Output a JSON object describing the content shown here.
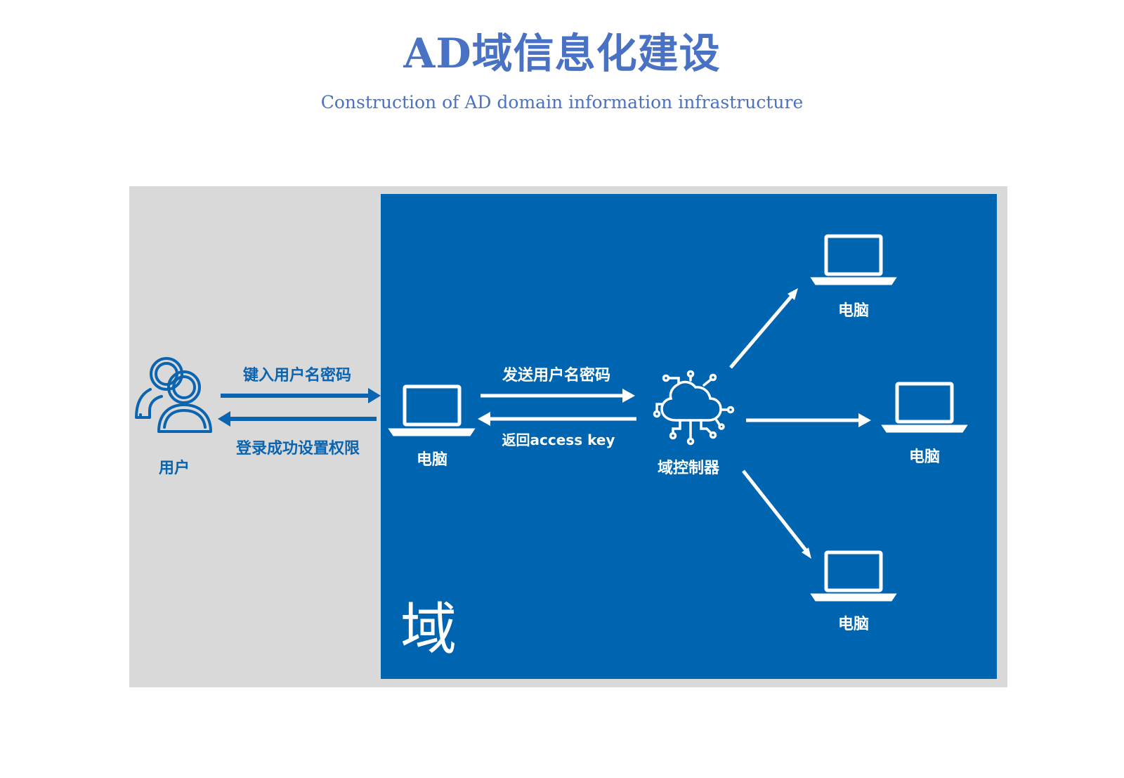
{
  "header": {
    "title": "AD域信息化建设",
    "subtitle": "Construction of AD domain information infrastructure"
  },
  "diagram": {
    "domain_label": "域",
    "nodes": {
      "user": {
        "label": "用户",
        "icon": "user-group-icon"
      },
      "client_pc": {
        "label": "电脑",
        "icon": "laptop-icon"
      },
      "domain_controller": {
        "label": "域控制器",
        "icon": "cloud-network-icon"
      },
      "pc_top": {
        "label": "电脑",
        "icon": "laptop-icon"
      },
      "pc_right": {
        "label": "电脑",
        "icon": "laptop-icon"
      },
      "pc_bottom": {
        "label": "电脑",
        "icon": "laptop-icon"
      }
    },
    "edges": {
      "enter_credentials": "键入用户名密码",
      "login_success": "登录成功设置权限",
      "send_credentials": "发送用户名密码",
      "return_key": "返回access key"
    }
  },
  "colors": {
    "accent": "#4a72c4",
    "domain_blue": "#0065b0",
    "outer_gray": "#d9d9d9",
    "icon_blue": "#0a64b0",
    "white": "#ffffff"
  }
}
